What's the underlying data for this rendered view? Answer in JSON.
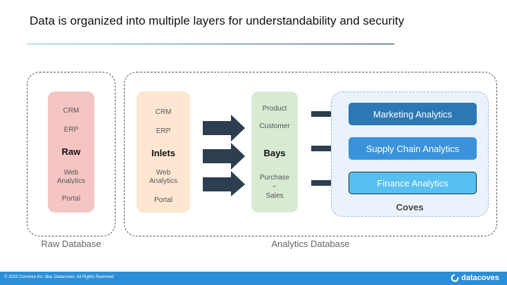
{
  "slide": {
    "title": "Data is organized into multiple layers for understandability and security"
  },
  "raw_database": {
    "label": "Raw Database",
    "column": {
      "title": "Raw",
      "items": [
        "CRM",
        "ERP",
        "Web\nAnalytics",
        "Portal"
      ],
      "color": "#f4c5c2"
    }
  },
  "analytics_database": {
    "label": "Analytics Database",
    "inlets": {
      "title": "Inlets",
      "items": [
        "CRM",
        "ERP",
        "Web\nAnalytics",
        "Portal"
      ],
      "color": "#fde7d3"
    },
    "bays": {
      "title": "Bays",
      "items": [
        "Product",
        "Customer",
        "Purchase",
        "Sales"
      ],
      "color": "#d8ead2"
    },
    "coves": {
      "label": "Coves",
      "items": [
        {
          "label": "Marketing Analytics",
          "color": "#2b78b4"
        },
        {
          "label": "Supply Chain Analytics",
          "color": "#3a93da"
        },
        {
          "label": "Finance Analytics",
          "color": "#58bff1"
        }
      ]
    }
  },
  "footer": {
    "copyright": "© 2022 Convexa Inc. dba. Datacoves. All Rights Reserved",
    "brand": "datacoves",
    "color": "#2a8fd8"
  },
  "colors": {
    "arrow": "#2c3e50"
  }
}
